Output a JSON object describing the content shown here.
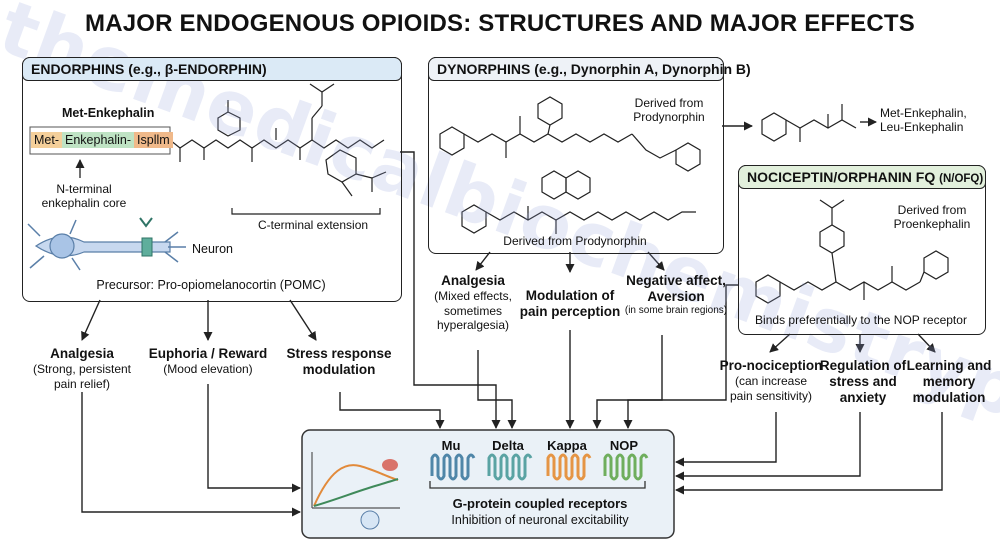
{
  "title": "MAJOR ENDOGENOUS OPIOIDS: STRUCTURES AND MAJOR EFFECTS",
  "watermark": "themedicalbiochemistrypage.org",
  "endorphins": {
    "header": "ENDORPHINS (e.g., β-ENDORPHIN)",
    "met_enkephalin_label": "Met-Enkephalin",
    "segments": [
      "Met-",
      "Enkephalin-",
      "Ispllm"
    ],
    "nterm_label": "N-terminal\nenkephalin core",
    "cterm_label": "C-terminal extension",
    "neuron_label": "Neuron",
    "precursor": "Precursor: Pro-opiomelanocortin (POMC)",
    "effects": [
      {
        "main": "Analgesia",
        "sub": "(Strong, persistent\npain relief)"
      },
      {
        "main": "Euphoria / Reward",
        "sub": "(Mood elevation)"
      },
      {
        "main": "Stress response\nmodulation",
        "sub": ""
      }
    ]
  },
  "dynorphins": {
    "header": "DYNORPHINS (e.g., Dynorphin A, Dynorphin B)",
    "derived_top": "Derived from\nProdynorphin",
    "derived_bottom": "Derived from Prodynorphin",
    "side_product": "Met-Enkephalin,\nLeu-Enkephalin",
    "effects": [
      {
        "main": "Analgesia",
        "sub": "(Mixed effects,\nsometimes\nhyperalgesia)"
      },
      {
        "main": "Modulation of\npain perception",
        "sub": ""
      },
      {
        "main": "Negative affect,\nAversion",
        "sub": "(in some brain regions)"
      }
    ]
  },
  "nociceptin": {
    "header": "NOCICEPTIN/ORPHANIN FQ",
    "header_suffix": "(N/OFQ)",
    "derived": "Derived from\nProenkephalin",
    "binds": "Binds preferentially to the NOP receptor",
    "effects": [
      {
        "main": "Pro-nociception",
        "sub": "(can increase\npain sensitivity)"
      },
      {
        "main": "Regulation of\nstress and\nanxiety",
        "sub": ""
      },
      {
        "main": "Learning and\nmemory\nmodulation",
        "sub": ""
      }
    ]
  },
  "receptors": {
    "names": [
      "Mu",
      "Delta",
      "Kappa",
      "NOP"
    ],
    "colors": [
      "#4f86a8",
      "#5aa3a3",
      "#e59545",
      "#6fae5d"
    ],
    "caption": "G-protein coupled receptors",
    "subcaption": "Inhibition of neuronal excitability"
  },
  "colors": {
    "endorphin_header": "#dbeaf6",
    "dyn_header": "#eef2f7",
    "noc_header": "#e2f0dc",
    "receptor_box": "#eaf1f7",
    "met": "#f4cf9a",
    "enk": "#bfe3c4",
    "isp": "#f0b98a"
  }
}
